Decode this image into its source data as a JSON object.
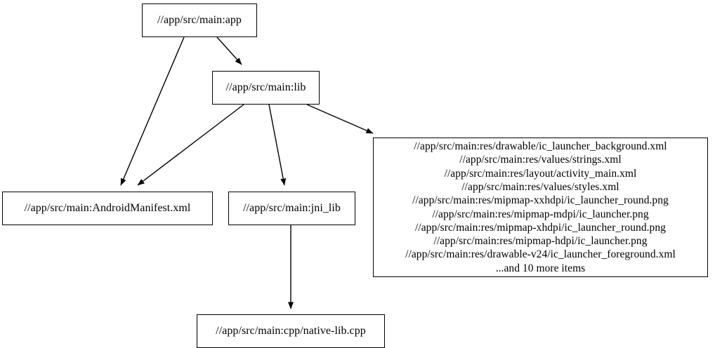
{
  "graph": {
    "type": "dependency-graph",
    "direction": "top-to-bottom",
    "nodes": [
      {
        "id": "app",
        "label": "//app/src/main:app"
      },
      {
        "id": "lib",
        "label": "//app/src/main:lib"
      },
      {
        "id": "manifest",
        "label": "//app/src/main:AndroidManifest.xml"
      },
      {
        "id": "jnilib",
        "label": "//app/src/main:jni_lib"
      },
      {
        "id": "nativelib",
        "label": "//app/src/main:cpp/native-lib.cpp"
      },
      {
        "id": "res",
        "label": "//app/src/main:res/drawable/ic_launcher_background.xml\n//app/src/main:res/values/strings.xml\n//app/src/main:res/layout/activity_main.xml\n//app/src/main:res/values/styles.xml\n//app/src/main:res/mipmap-xxhdpi/ic_launcher_round.png\n//app/src/main:res/mipmap-mdpi/ic_launcher.png\n//app/src/main:res/mipmap-xhdpi/ic_launcher_round.png\n//app/src/main:res/mipmap-hdpi/ic_launcher.png\n//app/src/main:res/drawable-v24/ic_launcher_foreground.xml\n...and 10 more items",
        "lines": [
          "//app/src/main:res/drawable/ic_launcher_background.xml",
          "//app/src/main:res/values/strings.xml",
          "//app/src/main:res/layout/activity_main.xml",
          "//app/src/main:res/values/styles.xml",
          "//app/src/main:res/mipmap-xxhdpi/ic_launcher_round.png",
          "//app/src/main:res/mipmap-mdpi/ic_launcher.png",
          "//app/src/main:res/mipmap-xhdpi/ic_launcher_round.png",
          "//app/src/main:res/mipmap-hdpi/ic_launcher.png",
          "//app/src/main:res/drawable-v24/ic_launcher_foreground.xml",
          "...and 10 more items"
        ]
      }
    ],
    "edges": [
      {
        "from": "app",
        "to": "manifest"
      },
      {
        "from": "app",
        "to": "lib"
      },
      {
        "from": "lib",
        "to": "manifest"
      },
      {
        "from": "lib",
        "to": "jnilib"
      },
      {
        "from": "lib",
        "to": "res"
      },
      {
        "from": "jnilib",
        "to": "nativelib"
      }
    ],
    "colors": {
      "background": "#ffffff",
      "node_fill": "#ffffff",
      "node_stroke": "#000000",
      "edge_stroke": "#000000",
      "text": "#000000"
    }
  }
}
